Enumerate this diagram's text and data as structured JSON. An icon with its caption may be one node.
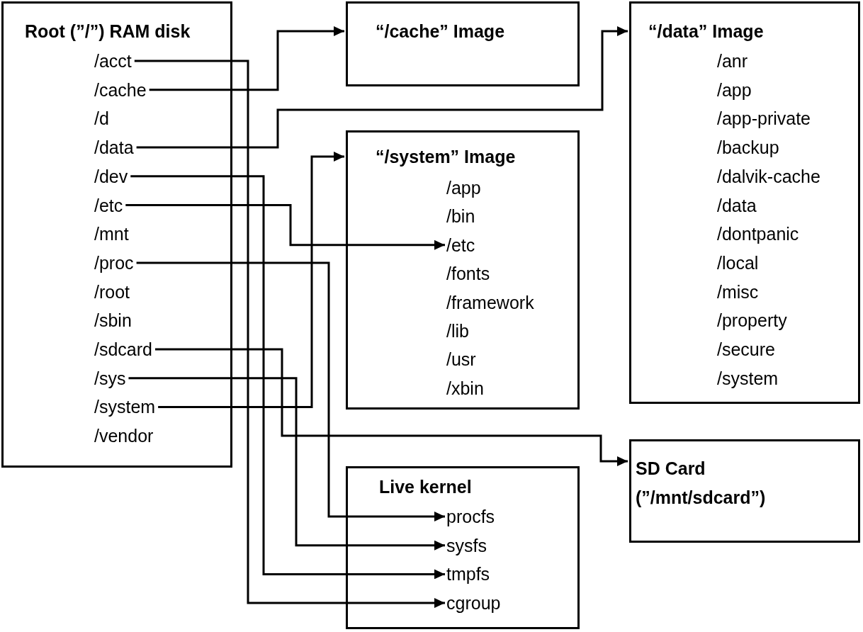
{
  "diagram": {
    "nodes": [
      {
        "text": [
          "Root (”/”) RAM disk"
        ]
      },
      {
        "text": [
          "/acct"
        ],
        "in": 0
      },
      {
        "text": [
          "/cache"
        ],
        "in": 0
      },
      {
        "text": [
          "/d"
        ],
        "in": 0
      },
      {
        "text": [
          "/data"
        ],
        "in": 0
      },
      {
        "text": [
          "/dev"
        ],
        "in": 0
      },
      {
        "text": [
          "/etc"
        ],
        "in": 0
      },
      {
        "text": [
          "/mnt"
        ],
        "in": 0
      },
      {
        "text": [
          "/proc"
        ],
        "in": 0
      },
      {
        "text": [
          "/root"
        ],
        "in": 0
      },
      {
        "text": [
          "/sbin"
        ],
        "in": 0
      },
      {
        "text": [
          "/sdcard"
        ],
        "in": 0
      },
      {
        "text": [
          "/sys"
        ],
        "in": 0
      },
      {
        "text": [
          "/system"
        ],
        "in": 0
      },
      {
        "text": [
          "/vendor"
        ],
        "in": 0
      },
      {
        "text": [
          "“/cache” Image"
        ]
      },
      {
        "text": [
          "“/data” Image",
          "/anr",
          "/app",
          "/app-private",
          "/backup",
          "/dalvik-cache",
          "/data",
          "/dontpanic",
          "/local",
          "/misc",
          "/property",
          "/secure",
          "/system"
        ]
      },
      {
        "text": [
          "“/system” Image"
        ]
      },
      {
        "text": [
          "/app"
        ],
        "in": 17
      },
      {
        "text": [
          "/bin"
        ],
        "in": 17
      },
      {
        "text": [
          "/etc"
        ],
        "in": 17
      },
      {
        "text": [
          "/fonts"
        ],
        "in": 17
      },
      {
        "text": [
          "/framework"
        ],
        "in": 17
      },
      {
        "text": [
          "/lib"
        ],
        "in": 17
      },
      {
        "text": [
          "/usr"
        ],
        "in": 17
      },
      {
        "text": [
          "/xbin"
        ],
        "in": 17
      },
      {
        "text": [
          "Live kernel"
        ]
      },
      {
        "text": [
          "procfs"
        ],
        "in": 26
      },
      {
        "text": [
          "sysfs"
        ],
        "in": 26
      },
      {
        "text": [
          "tmpfs"
        ],
        "in": 26
      },
      {
        "text": [
          "cgroup"
        ],
        "in": 26
      },
      {
        "text": [
          "SD Card (”/mnt/sdcard”)"
        ]
      }
    ],
    "edges": [
      {
        "from": 1,
        "to": 30,
        "arrow": "to"
      },
      {
        "from": 2,
        "to": 15,
        "arrow": "to"
      },
      {
        "from": 4,
        "to": 16,
        "arrow": "to"
      },
      {
        "from": 5,
        "to": 29,
        "arrow": "to"
      },
      {
        "from": 6,
        "to": 20,
        "arrow": "to"
      },
      {
        "from": 8,
        "to": 27,
        "arrow": "to"
      },
      {
        "from": 11,
        "to": 31,
        "arrow": "to"
      },
      {
        "from": 12,
        "to": 28,
        "arrow": "to"
      },
      {
        "from": 13,
        "to": 17,
        "arrow": "to"
      }
    ]
  }
}
